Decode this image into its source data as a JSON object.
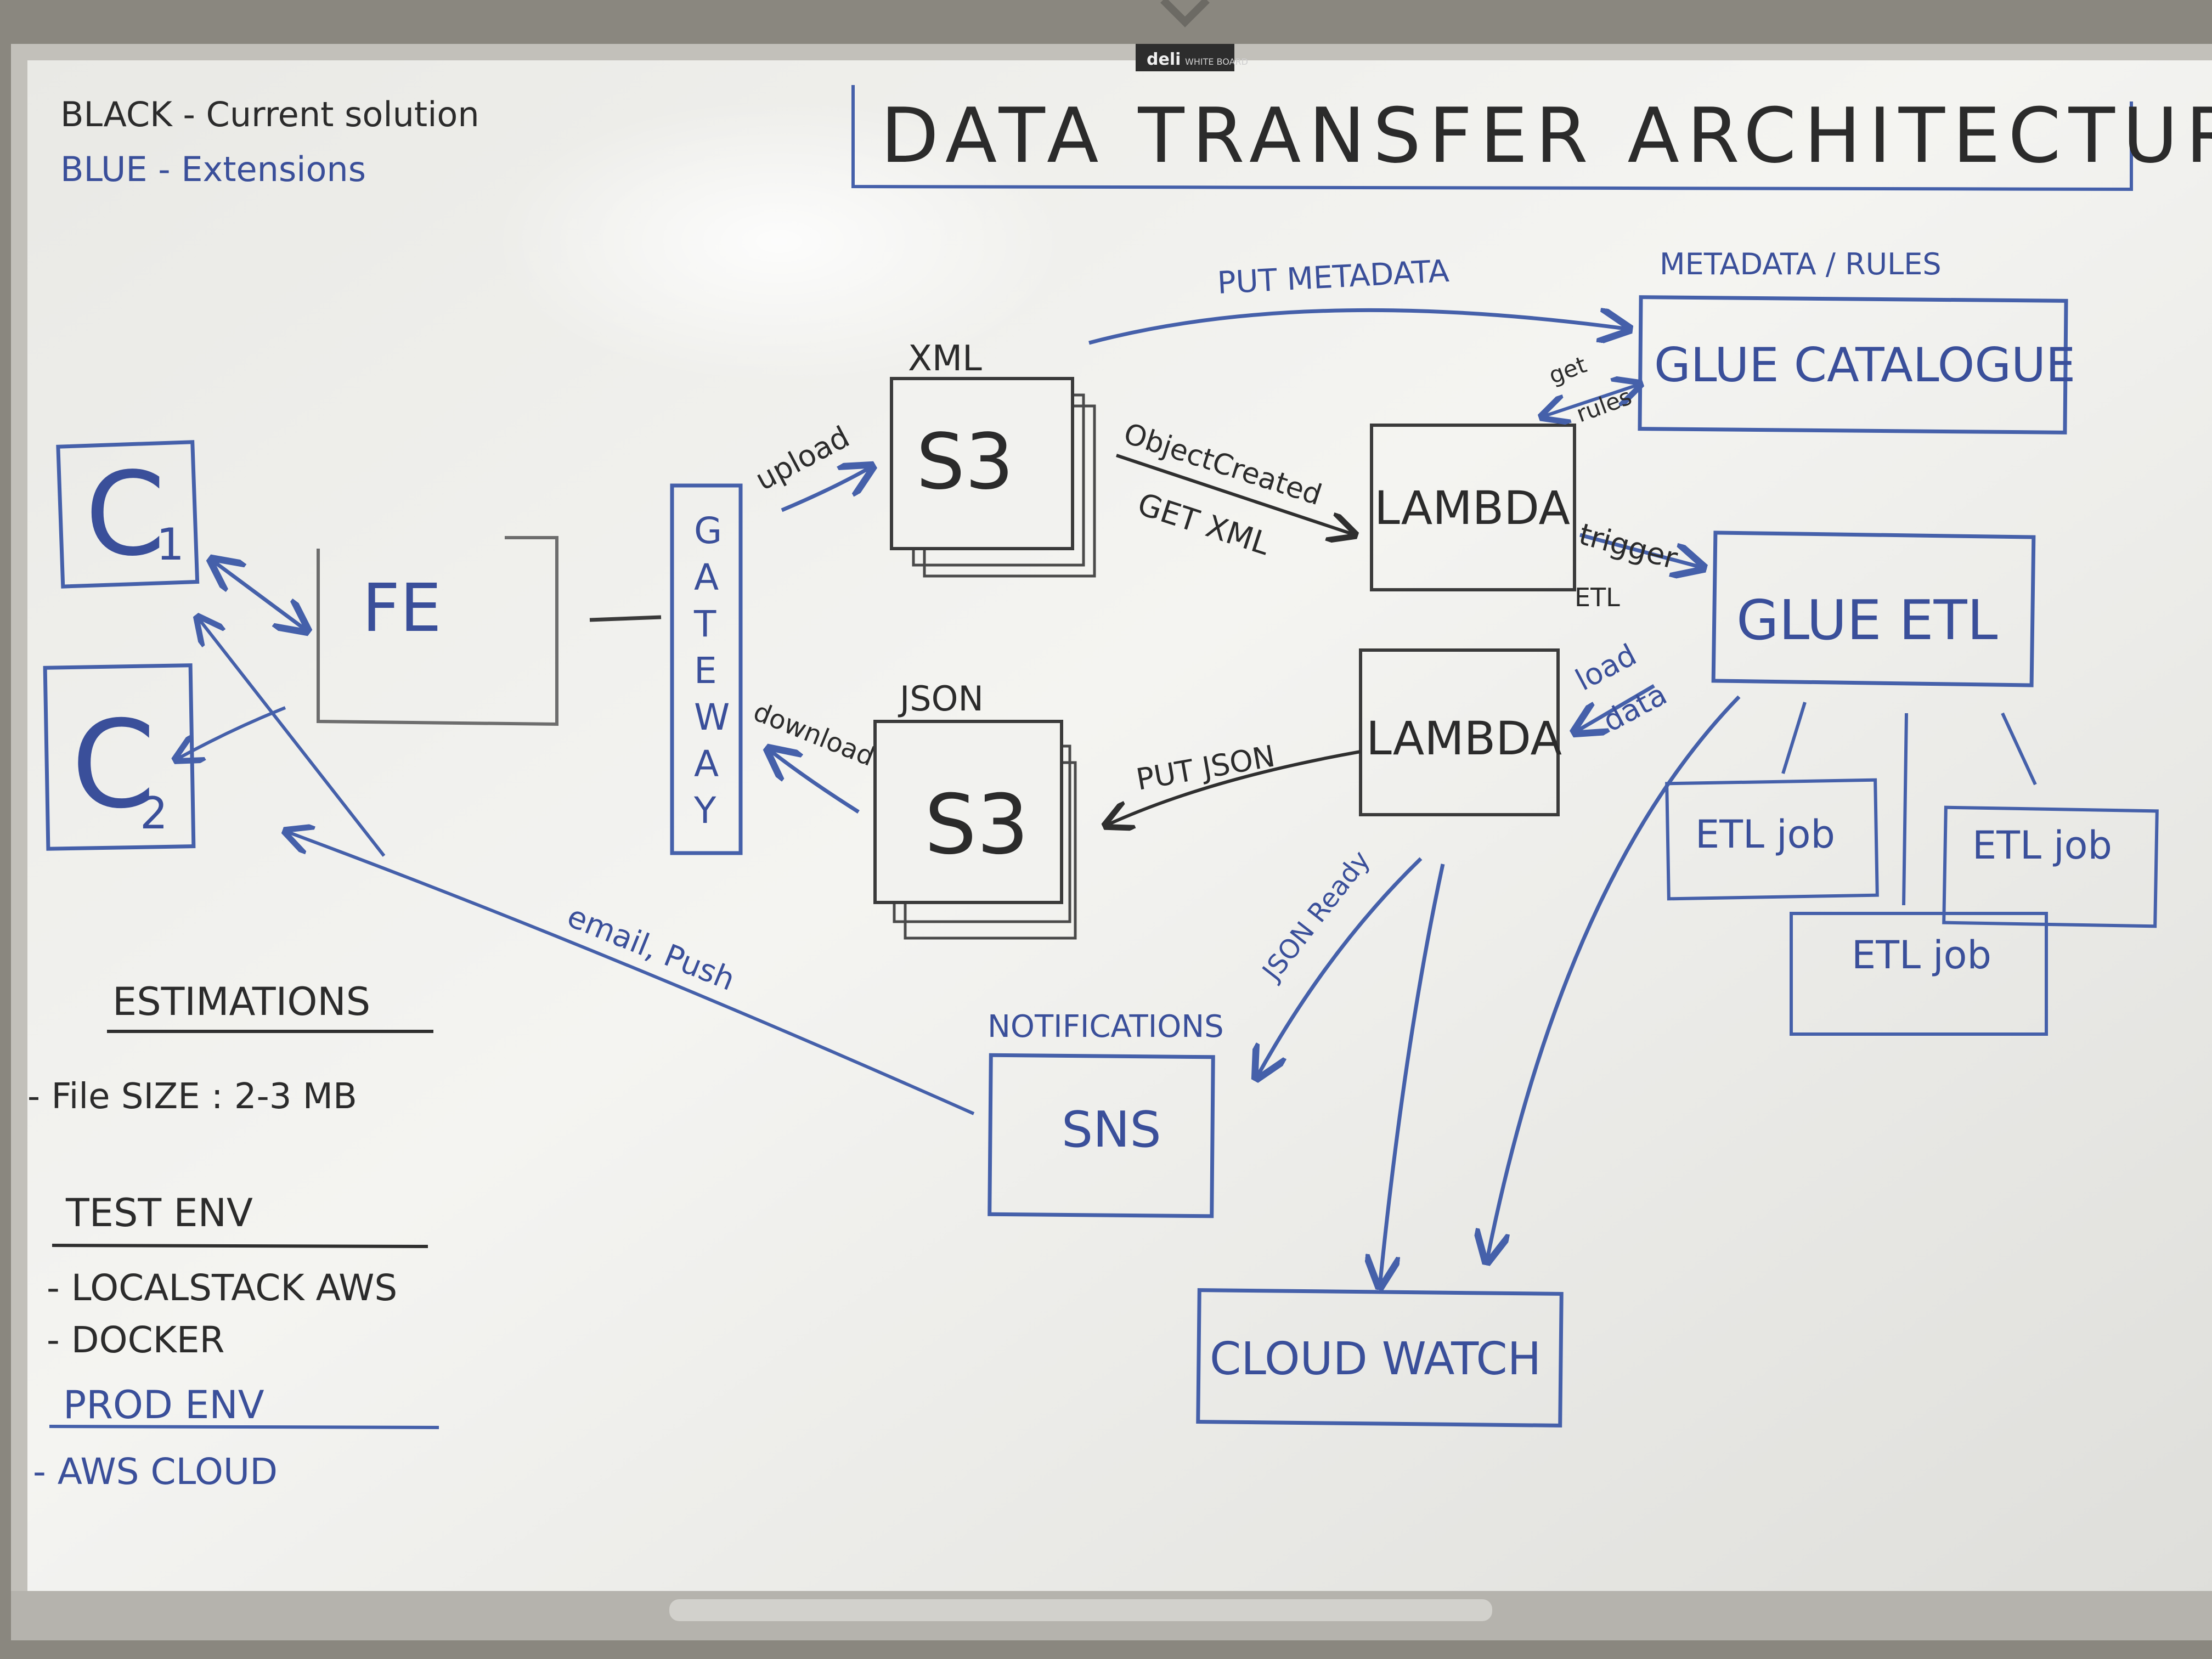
{
  "brand": {
    "label": "deli",
    "sub": "WHITE BOARD"
  },
  "legend": {
    "black": "BLACK - Current solution",
    "blue": "BLUE - Extensions"
  },
  "title": "DATA   TRANSFER   ARCHITECTURE",
  "nodes": {
    "c1": {
      "main": "C",
      "sub": "1"
    },
    "c2": {
      "main": "C",
      "sub": "2"
    },
    "fe": "FE",
    "gateway": [
      "G",
      "A",
      "T",
      "E",
      "W",
      "A",
      "Y"
    ],
    "s3_xml_header": "XML",
    "s3_xml": "S3",
    "s3_json_header": "JSON",
    "s3_json": "S3",
    "lambda_top": "LAMBDA",
    "lambda_bottom": "LAMBDA",
    "glue_catalogue_header": "METADATA / RULES",
    "glue_catalogue": "GLUE CATALOGUE",
    "glue_etl": "GLUE ETL",
    "etl_job_1": "ETL job",
    "etl_job_2": "ETL job",
    "etl_job_3": "ETL job",
    "sns_header": "NOTIFICATIONS",
    "sns": "SNS",
    "cloudwatch": "CLOUD WATCH"
  },
  "edges": {
    "upload": "upload",
    "download": "download",
    "object_created": "ObjectCreated",
    "get_xml": "GET XML",
    "put_metadata": "PUT METADATA",
    "get_rules_1": "get",
    "get_rules_2": "rules",
    "trigger_1": "trigger",
    "trigger_2": "ETL",
    "load_data_1": "load",
    "load_data_2": "data",
    "put_json": "PUT   JSON",
    "json_ready": "JSON Ready",
    "email_push": "email, Push"
  },
  "notes": {
    "estimations_title": "ESTIMATIONS",
    "file_size": "- File  SIZE :   2-3 MB",
    "test_env_title": "TEST ENV",
    "test_env_items": [
      "- LOCALSTACK  AWS",
      "- DOCKER"
    ],
    "prod_env_title": "PROD ENV",
    "prod_env_items": [
      "- AWS  CLOUD"
    ]
  },
  "colors": {
    "ink_black": "#2b2b2b",
    "ink_blue": "#3a4f9a",
    "board": "#eeeeea",
    "frame": "#b8b6b0"
  }
}
